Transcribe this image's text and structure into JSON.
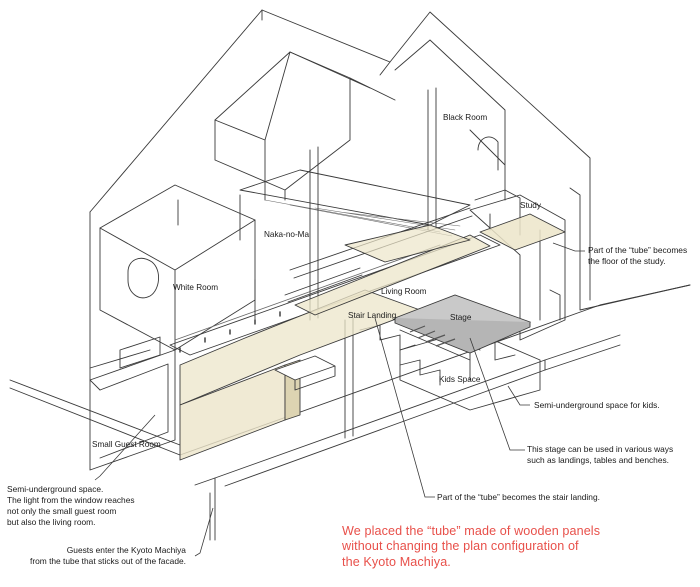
{
  "rooms": {
    "black_room": "Black Room",
    "study": "Study",
    "naka_no_ma": "Naka-no-Ma",
    "white_room": "White Room",
    "living_room": "Living Room",
    "stair_landing": "Stair Landing",
    "stage": "Stage",
    "kids_space": "Kids Space",
    "small_guest_room": "Small Guest Room"
  },
  "annotations": {
    "tube_study": [
      "Part of the “tube” becomes",
      "the floor of the study."
    ],
    "semi_kids": [
      "Semi-underground space for kids."
    ],
    "stage_uses": [
      "This stage can be used in various ways",
      "such as landings, tables and benches."
    ],
    "tube_landing": [
      "Part of the “tube” becomes the stair landing."
    ],
    "semi_guest": [
      "Semi-underground space.",
      "The light from the window reaches",
      "not only the small guest room",
      "but also the living room."
    ],
    "entrance": [
      "Guests enter the Kyoto Machiya",
      "from the tube that sticks out of the facade."
    ]
  },
  "caption": [
    "We placed the “tube” made of wooden panels",
    "without changing the plan configuration of",
    "the Kyoto Machiya."
  ],
  "colors": {
    "line": "#3a3a3a",
    "light_line": "#8a8a8a",
    "tube_fill": "#ece5c9",
    "stage_fill": "#c9c9c9",
    "caption": "#e8504a"
  }
}
